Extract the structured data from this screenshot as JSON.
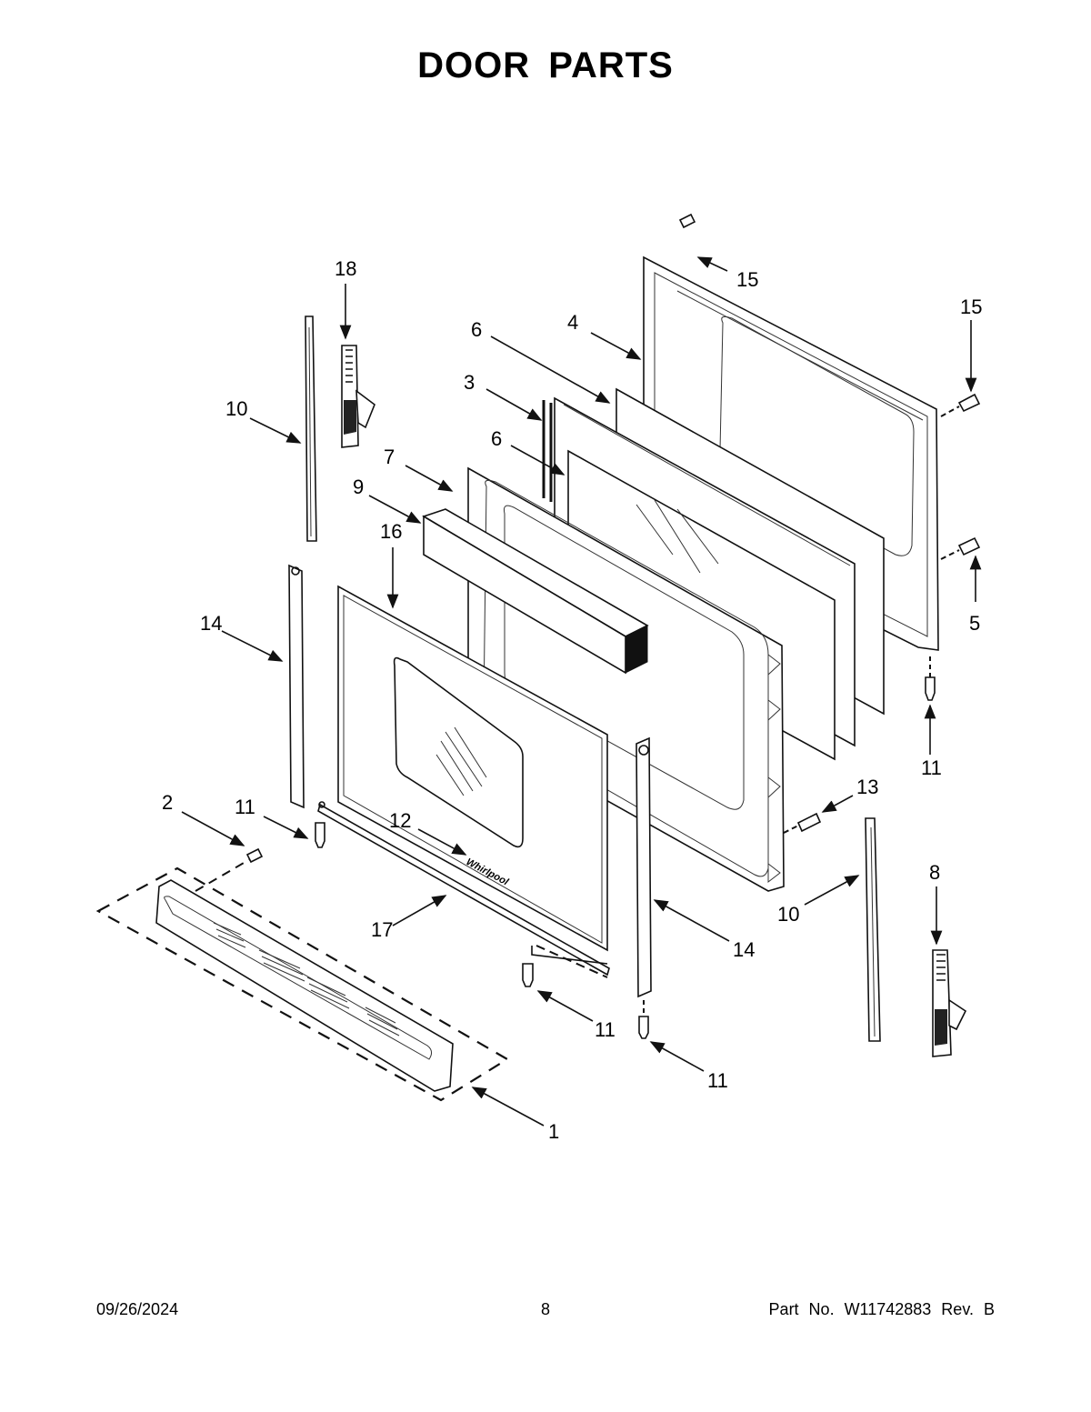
{
  "header": {
    "title": "DOOR PARTS"
  },
  "footer": {
    "date": "09/26/2024",
    "page_number": "8",
    "part_number": "Part No.  W11742883  Rev.  B"
  },
  "logo_text": "Whirlpool",
  "callouts": {
    "c1": "1",
    "c2": "2",
    "c3": "3",
    "c4": "4",
    "c5": "5",
    "c6a": "6",
    "c6b": "6",
    "c7": "7",
    "c8": "8",
    "c9": "9",
    "c10a": "10",
    "c10b": "10",
    "c11a": "11",
    "c11b": "11",
    "c11c": "11",
    "c11d": "11",
    "c12": "12",
    "c13": "13",
    "c14a": "14",
    "c14b": "14",
    "c15a": "15",
    "c15b": "15",
    "c16": "16",
    "c17": "17",
    "c18": "18"
  }
}
